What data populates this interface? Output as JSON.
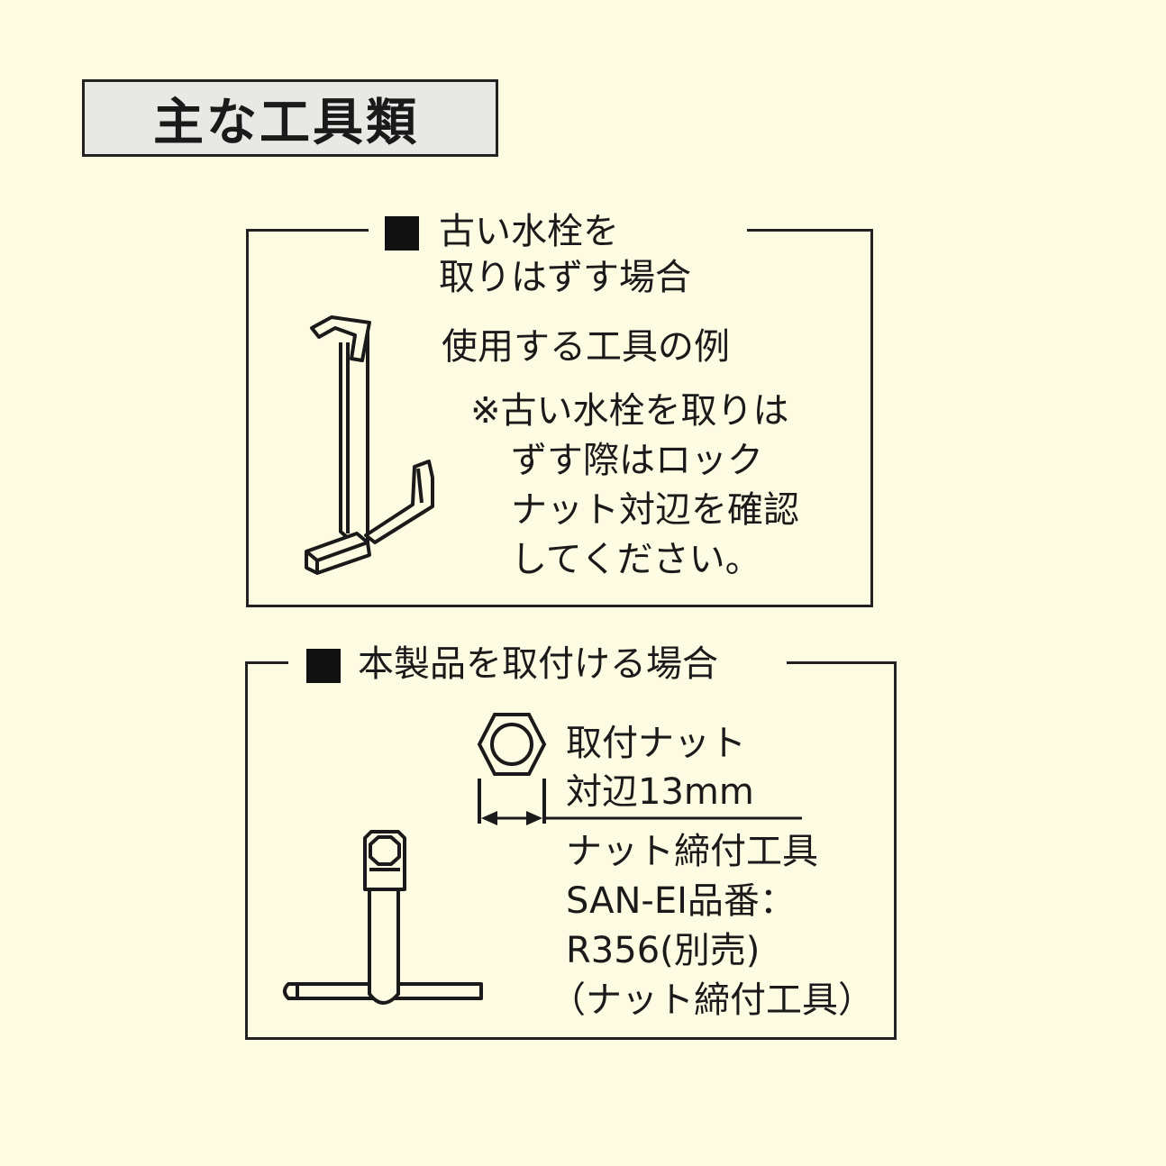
{
  "title": "主な工具類",
  "section_remove": {
    "heading_line1": "古い水栓を",
    "heading_line2": "取りはずす場合",
    "subheading": "使用する工具の例",
    "note_lines": [
      "※古い水栓を取りは",
      "ずす際はロック",
      "ナット対辺を確認",
      "してください。"
    ],
    "tool_icon": "lock-nut-wrench-icon"
  },
  "section_install": {
    "heading": "本製品を取付ける場合",
    "nut_label_line1": "取付ナット",
    "nut_label_line2": "対辺13mm",
    "tool_lines": [
      "ナット締付工具",
      "SAN-EI品番：",
      "R356(別売)",
      "（ナット締付工具）"
    ],
    "nut_icon": "hex-nut-icon",
    "tool_icon": "t-handle-socket-wrench-icon"
  },
  "colors": {
    "background": "#fdfbe2",
    "title_box": "#e8e8e4",
    "line": "#222222"
  }
}
